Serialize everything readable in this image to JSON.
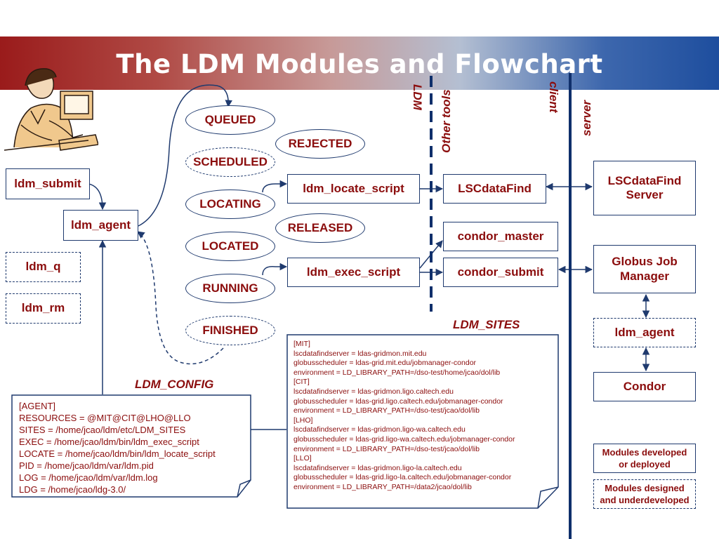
{
  "title": "The LDM Modules and Flowchart",
  "columns": {
    "ldm": "LDM",
    "other_tools": "Other tools",
    "client": "client",
    "server": "server"
  },
  "left_modules": {
    "ldm_submit": "ldm_submit",
    "ldm_agent": "ldm_agent",
    "ldm_q": "ldm_q",
    "ldm_rm": "ldm_rm"
  },
  "states": {
    "queued": "QUEUED",
    "scheduled": "SCHEDULED",
    "locating": "LOCATING",
    "located": "LOCATED",
    "running": "RUNNING",
    "finished": "FINISHED",
    "rejected": "REJECTED",
    "released": "RELEASED"
  },
  "scripts": {
    "locate": "ldm_locate_script",
    "exec": "ldm_exec_script"
  },
  "tools": {
    "lscdatafind": "LSCdataFind",
    "condor_master": "condor_master",
    "condor_submit": "condor_submit"
  },
  "servers": {
    "lscdatafind_server": "LSCdataFind Server",
    "globus": "Globus Job Manager",
    "ldm_agent": "ldm_agent",
    "condor": "Condor"
  },
  "ldm_config": {
    "label": "LDM_CONFIG",
    "text": "[AGENT]\nRESOURCES = @MIT@CIT@LHO@LLO\nSITES = /home/jcao/ldm/etc/LDM_SITES\nEXEC = /home/jcao/ldm/bin/ldm_exec_script\nLOCATE = /home/jcao/ldm/bin/ldm_locate_script\nPID = /home/jcao/ldm/var/ldm.pid\nLOG = /home/jcao/ldm/var/ldm.log\nLDG = /home/jcao/ldg-3.0/"
  },
  "ldm_sites": {
    "label": "LDM_SITES",
    "text": "[MIT]\nlscdatafindserver = ldas-gridmon.mit.edu\nglobusscheduler = ldas-grid.mit.edu/jobmanager-condor\nenvironment = LD_LIBRARY_PATH=/dso-test/home/jcao/dol/lib\n[CIT]\nlscdatafindserver = ldas-gridmon.ligo.caltech.edu\nglobusscheduler = ldas-grid.ligo.caltech.edu/jobmanager-condor\nenvironment = LD_LIBRARY_PATH=/dso-test/jcao/dol/lib\n[LHO]\nlscdatafindserver = ldas-gridmon.ligo-wa.caltech.edu\nglobusscheduler = ldas-grid.ligo-wa.caltech.edu/jobmanager-condor\nenvironment = LD_LIBRARY_PATH=/dso-test/jcao/dol/lib\n[LLO]\nlscdatafindserver = ldas-gridmon.ligo-la.caltech.edu\nglobusscheduler = ldas-grid.ligo-la.caltech.edu/jobmanager-condor\nenvironment = LD_LIBRARY_PATH=/data2/jcao/dol/lib"
  },
  "legend": {
    "developed": "Modules developed or deployed",
    "designed": "Modules designed and underdeveloped"
  },
  "colors": {
    "text": "#8b0d0d",
    "border": "#1f3a6e",
    "divider": "#0f2f6b"
  }
}
